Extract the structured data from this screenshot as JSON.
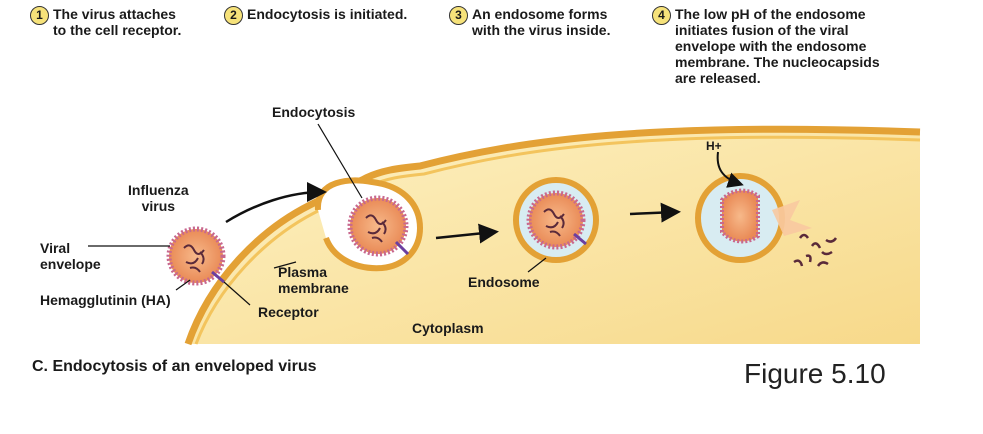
{
  "steps": [
    {
      "number": "1",
      "text": "The virus attaches\nto the cell receptor."
    },
    {
      "number": "2",
      "text": "Endocytosis is initiated."
    },
    {
      "number": "3",
      "text": "An endosome forms\nwith the virus inside."
    },
    {
      "number": "4",
      "text": "The low pH of the endosome\ninitiates fusion of the viral\nenvelope with the endosome\nmembrane. The nucleocapsids\nare released."
    }
  ],
  "labels": {
    "endocytosis": "Endocytosis",
    "influenza_virus": "Influenza\nvirus",
    "viral_envelope": "Viral\nenvelope",
    "hemagglutinin": "Hemagglutinin (HA)",
    "plasma_membrane": "Plasma\nmembrane",
    "receptor": "Receptor",
    "endosome": "Endosome",
    "cytoplasm": "Cytoplasm",
    "proton": "H+"
  },
  "caption": "C. Endocytosis of an enveloped virus",
  "figure_number": "Figure 5.10",
  "colors": {
    "cytoplasm": "#fbe9a6",
    "membrane": "#e8a33a",
    "virus_fill": "#f1a36d",
    "endosome_fill": "#d8ecf2",
    "spikes": "#b45a8c"
  }
}
